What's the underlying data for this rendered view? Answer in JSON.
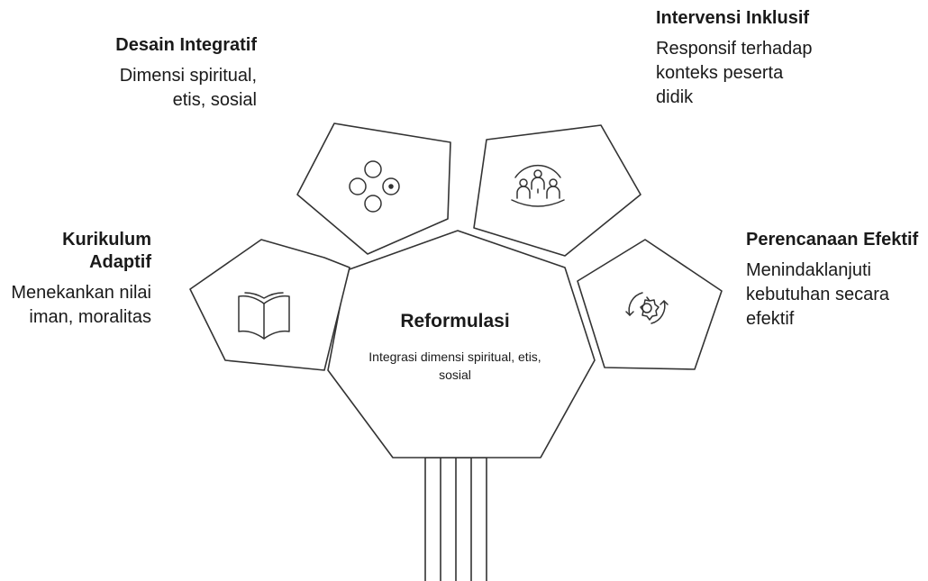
{
  "center": {
    "title": "Reformulasi",
    "description": "Integrasi dimensi spiritual, etis, sosial"
  },
  "items": [
    {
      "title": "Desain Integratif",
      "description": "Dimensi spiritual, etis, sosial",
      "icon": "circles-icon"
    },
    {
      "title": "Intervensi Inklusif",
      "description": "Responsif terhadap konteks peserta didik",
      "icon": "people-group-icon"
    },
    {
      "title": "Kurikulum Adaptif",
      "description": "Menekankan nilai iman, moralitas",
      "icon": "book-icon"
    },
    {
      "title": "Perencanaan Efektif",
      "description": "Menindaklanjuti kebutuhan secara efektif",
      "icon": "gear-cycle-icon"
    }
  ]
}
